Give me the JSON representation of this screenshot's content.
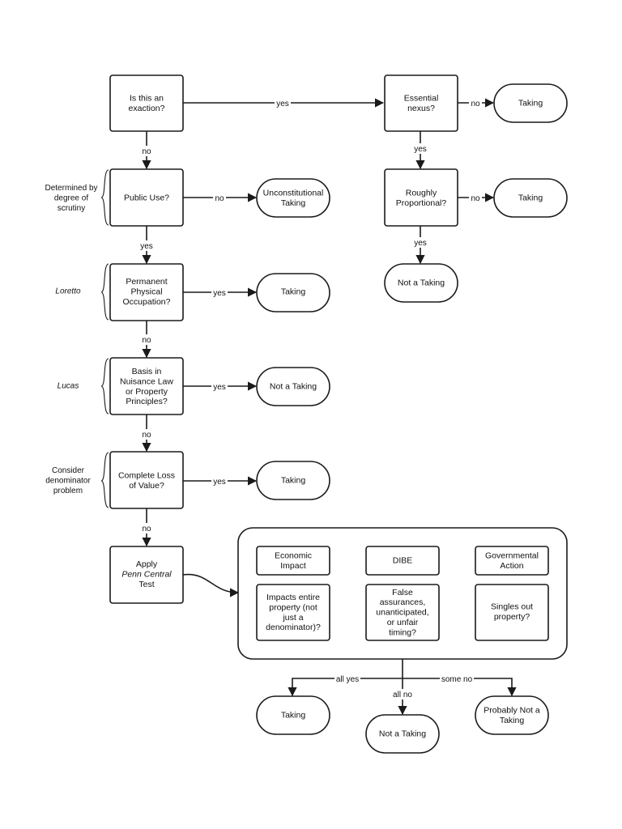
{
  "nodes": {
    "exaction": {
      "lines": [
        "Is this an",
        "exaction?"
      ]
    },
    "essential_nexus": {
      "lines": [
        "Essential",
        "nexus?"
      ]
    },
    "taking_nexus": {
      "lines": [
        "Taking"
      ]
    },
    "public_use": {
      "lines": [
        "Public Use?"
      ]
    },
    "unconstitutional": {
      "lines": [
        "Unconstitutional",
        "Taking"
      ]
    },
    "roughly_proportional": {
      "lines": [
        "Roughly",
        "Proportional?"
      ]
    },
    "taking_proportional": {
      "lines": [
        "Taking"
      ]
    },
    "not_taking_proportional": {
      "lines": [
        "Not a Taking"
      ]
    },
    "permanent_occupation": {
      "lines": [
        "Permanent",
        "Physical",
        "Occupation?"
      ]
    },
    "taking_occupation": {
      "lines": [
        "Taking"
      ]
    },
    "nuisance": {
      "lines": [
        "Basis in",
        "Nuisance Law",
        "or Property",
        "Principles?"
      ]
    },
    "not_taking_nuisance": {
      "lines": [
        "Not a Taking"
      ]
    },
    "complete_loss": {
      "lines": [
        "Complete Loss",
        "of Value?"
      ]
    },
    "taking_loss": {
      "lines": [
        "Taking"
      ]
    },
    "penn_central": {
      "lines": [
        "Apply",
        "Penn Central",
        "Test"
      ]
    },
    "economic_impact": {
      "lines": [
        "Economic",
        "Impact"
      ]
    },
    "dibe": {
      "lines": [
        "DIBE"
      ]
    },
    "governmental_action": {
      "lines": [
        "Governmental",
        "Action"
      ]
    },
    "impacts_entire": {
      "lines": [
        "Impacts entire",
        "property (not",
        "just a",
        "denominator)?"
      ]
    },
    "false_assurances": {
      "lines": [
        "False",
        "assurances,",
        "unanticipated,",
        "or unfair",
        "timing?"
      ]
    },
    "singles_out": {
      "lines": [
        "Singles out",
        "property?"
      ]
    },
    "taking_all_yes": {
      "lines": [
        "Taking"
      ]
    },
    "not_taking_all_no": {
      "lines": [
        "Not a Taking"
      ]
    },
    "probably_not_taking": {
      "lines": [
        "Probably Not a",
        "Taking"
      ]
    }
  },
  "edge_labels": {
    "exaction_yes": "yes",
    "exaction_no": "no",
    "nexus_no": "no",
    "nexus_yes": "yes",
    "public_use_no": "no",
    "public_use_yes": "yes",
    "proportional_no": "no",
    "proportional_yes": "yes",
    "occupation_yes": "yes",
    "occupation_no": "no",
    "nuisance_yes": "yes",
    "nuisance_no": "no",
    "loss_yes": "yes",
    "loss_no": "no",
    "all_yes": "all yes",
    "all_no": "all no",
    "some_no": "some no"
  },
  "side_notes": {
    "scrutiny": [
      "Determined by",
      "degree of",
      "scrutiny"
    ],
    "loretto": [
      "Loretto"
    ],
    "lucas": [
      "Lucas"
    ],
    "denominator": [
      "Consider",
      "denominator",
      "problem"
    ]
  }
}
